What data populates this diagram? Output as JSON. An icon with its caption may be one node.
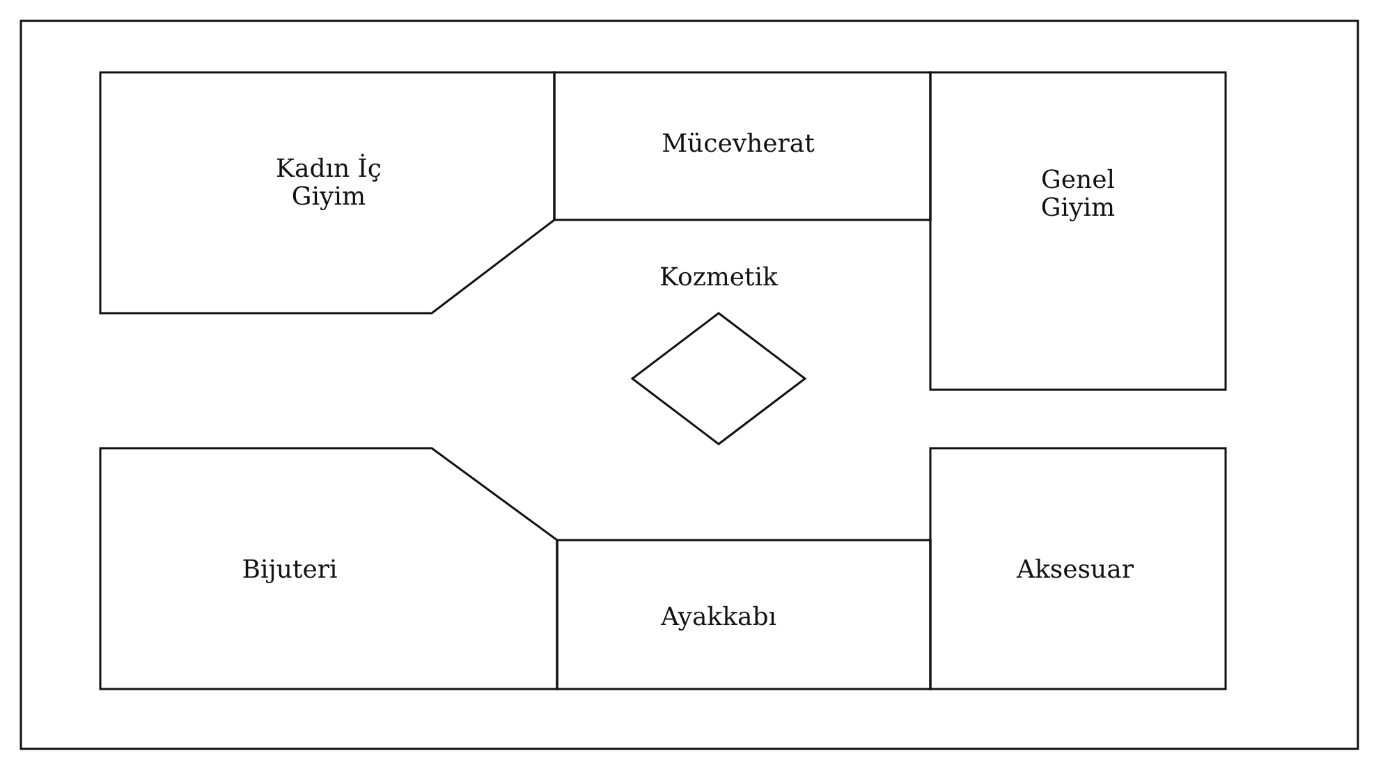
{
  "diagram": {
    "nodes": [
      {
        "text": [
          "Kadın İç Giyim"
        ]
      },
      {
        "text": [
          "Mücevherat"
        ]
      },
      {
        "text": [
          "Genel Giyim"
        ]
      },
      {
        "text": [],
        "shape": "diamond"
      },
      {
        "text": [
          "Bijuteri"
        ]
      },
      {
        "text": [
          "Ayakkabı"
        ]
      },
      {
        "text": [
          "Aksesuar"
        ]
      }
    ],
    "labels": [
      "Kozmetik"
    ]
  }
}
